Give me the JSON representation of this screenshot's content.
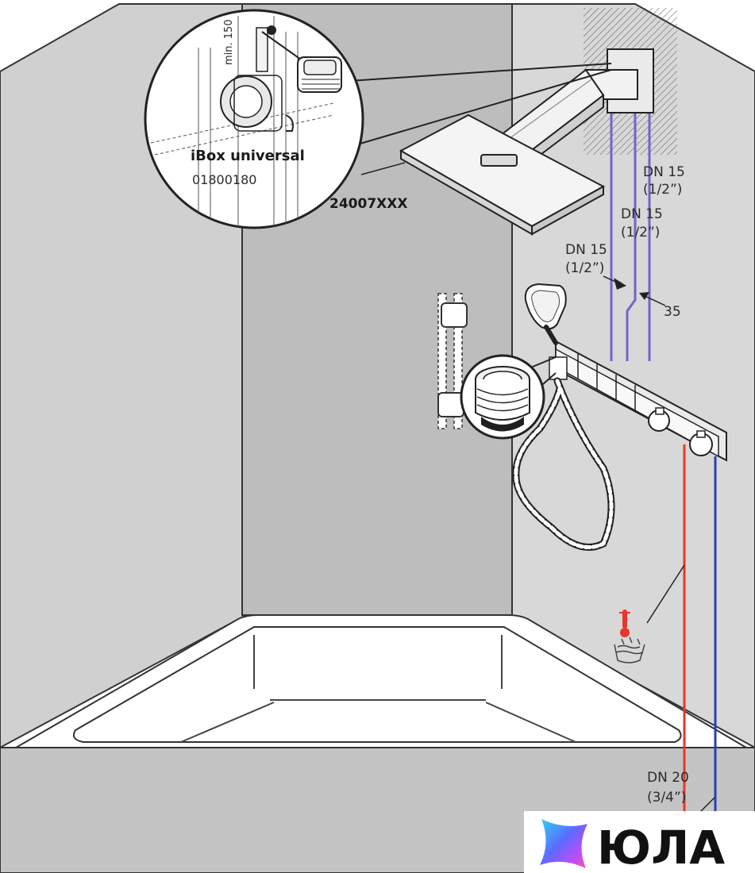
{
  "labels": {
    "ibox_title": "iBox universal",
    "ibox_code": "01800180",
    "min_height": "min. 150",
    "overhead_code": "24007XXX",
    "dn15_top": "DN 15",
    "dn15_top_inch": "(1/2”)",
    "dn15_mid": "DN 15",
    "dn15_mid_inch": "(1/2”)",
    "dn15_low": "DN 15",
    "dn15_low_inch": "(1/2”)",
    "spacing": "35",
    "dn20": "DN 20",
    "dn20_inch": "(3/4”)"
  },
  "brand": {
    "logo_text": "ЮЛА",
    "logo_icon": "star-gradient-icon"
  },
  "colors": {
    "hot_pipe": "#e8362c",
    "cold_pipe": "#2a3fb4",
    "supply_pipe": "#7464c8",
    "wall_left": "#d0d0d0",
    "wall_back": "#bdbdbd",
    "wall_right": "#d7d7d7",
    "floor": "#c4c4c4"
  }
}
